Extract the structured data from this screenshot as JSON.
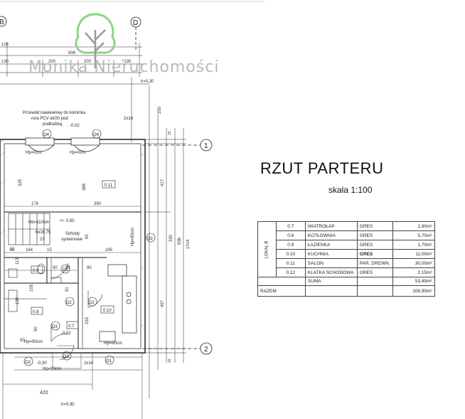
{
  "watermark": {
    "text": "Monika Nieruchomości",
    "tree_color": "#8fd18a",
    "text_color": "#b9b9b9"
  },
  "drawing": {
    "title": "RZUT PARTERU",
    "scale": "skala 1:100",
    "grid_axes": [
      "B",
      "D",
      "1",
      "2"
    ],
    "room_tags": [
      "0.7",
      "0.8",
      "0.9",
      "0.10",
      "0.11"
    ],
    "window_tags": [
      "O1",
      "O2",
      "O2",
      "O3",
      "O4",
      "O4"
    ],
    "door_tags": [
      "D1",
      "D2",
      "D2",
      "D3"
    ],
    "notes": {
      "flue": [
        "Przewód nawiewowy do kominka",
        "rura PCV ø100 pod",
        "podłodzką"
      ],
      "stairs": [
        "Schody",
        "systemowe"
      ],
      "stairs_dims": "6x16,75",
      "stairs_step": "27",
      "level_top": "-0,02",
      "level_main": "+/- 0,00",
      "level_low": "-0,02",
      "level_ext": "-0,30",
      "hp_top": "Hp=0cm",
      "hp_top2": "Hp=0cm",
      "hb_110": "Hb=110cm",
      "hp_90a": "Hp=90cm",
      "hp_90b": "Hp=90cm",
      "hp_90c": "Hp=90cm",
      "hp_90d": "Hp=90cm",
      "lintel": "2x14",
      "lintel2": "2x14",
      "elev": "h=0,30"
    },
    "dimensions": {
      "top_row1": [
        "126",
        "806"
      ],
      "top_row2": [
        "200",
        "200",
        "*130"
      ],
      "top_row3": [
        "130"
      ],
      "left_col": [
        "325",
        "113",
        "139",
        "12"
      ],
      "inner_h": [
        "176",
        "390",
        "245",
        "40",
        "164",
        "15",
        "90",
        "90",
        "90"
      ],
      "inner_v": [
        "368",
        "90",
        "90",
        "81",
        "233",
        "105",
        "50"
      ],
      "right_v": [
        "250",
        "417",
        "497",
        "330",
        "936",
        "1014",
        "15",
        "15"
      ],
      "bottom": [
        "420"
      ]
    }
  },
  "room_table": {
    "lokal_label": "LOKAL B",
    "rows": [
      {
        "no": "0.7",
        "name": "WIATROŁAP",
        "material": "GRES",
        "area": "2,90m²"
      },
      {
        "no": "0.8",
        "name": "KOTŁOWNIA",
        "material": "GRES",
        "area": "5,70m²"
      },
      {
        "no": "0.9",
        "name": "ŁAZIENKA",
        "material": "GRES",
        "area": "1,70m²"
      },
      {
        "no": "0.10",
        "name": "KUCHNIA",
        "material": "GRES",
        "area": "11,00m²"
      },
      {
        "no": "0.11",
        "name": "SALON",
        "material": "PAR. DREWN.",
        "area": "30,00m²"
      },
      {
        "no": "0.12",
        "name": "KLATKA SCHODOWA",
        "material": "GRES",
        "area": "2,15m²"
      }
    ],
    "sum_label": "SUMA",
    "sum_value": "53,45m²",
    "total_label": "RAZEM",
    "total_value": "106,90m²"
  }
}
